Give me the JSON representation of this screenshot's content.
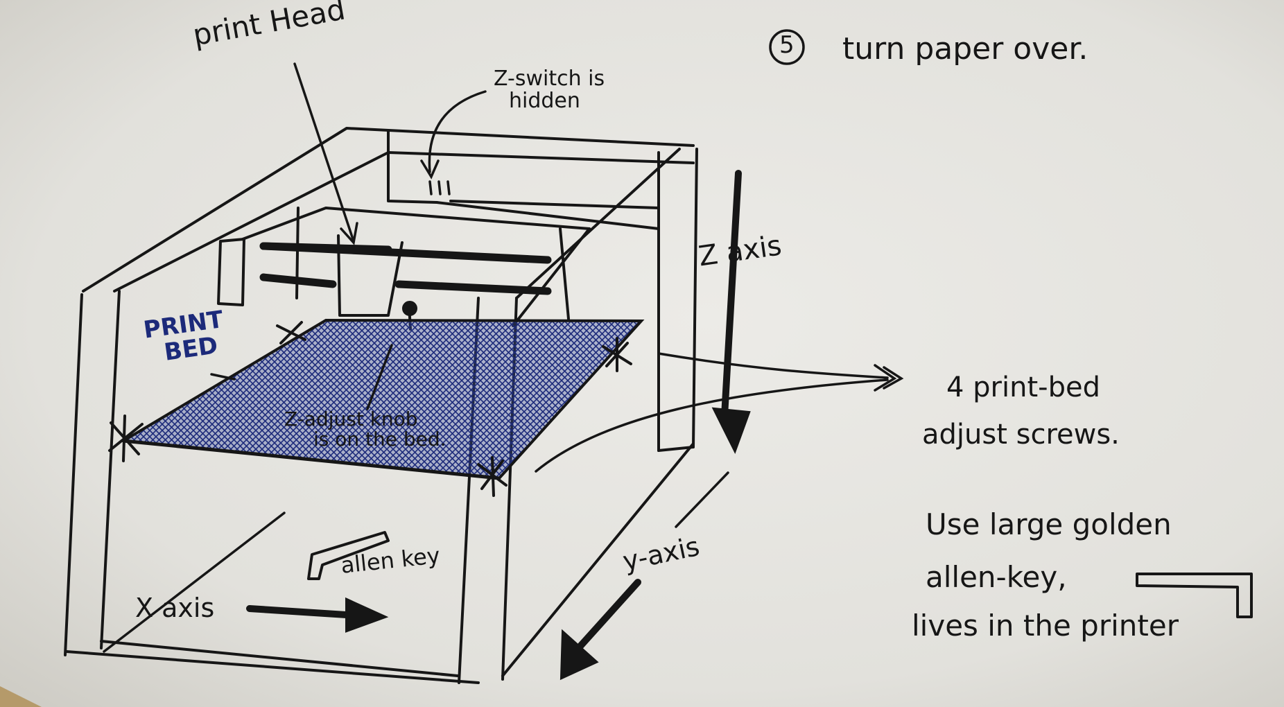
{
  "labels": {
    "step_number": "5",
    "turn_paper": "turn paper over.",
    "print_head": "print Head",
    "z_switch_line1": "Z-switch is",
    "z_switch_line2": "hidden",
    "z_axis": "Z axis",
    "print_bed_line1": "PRINT",
    "print_bed_line2": "BED",
    "z_knob_line1": "Z-adjust knob",
    "z_knob_line2": "is on the bed.",
    "screws_line1": "4 print-bed",
    "screws_line2": "adjust screws.",
    "golden_line1": "Use large golden",
    "golden_line2": "allen-key,",
    "golden_line3": "lives in the printer",
    "allen_key": "allen key",
    "x_axis": "X axis",
    "y_axis": "y-axis"
  },
  "colors": {
    "ink": "#161616",
    "blue_ink": "#1c2a7a",
    "paper": "#e4e3df"
  }
}
